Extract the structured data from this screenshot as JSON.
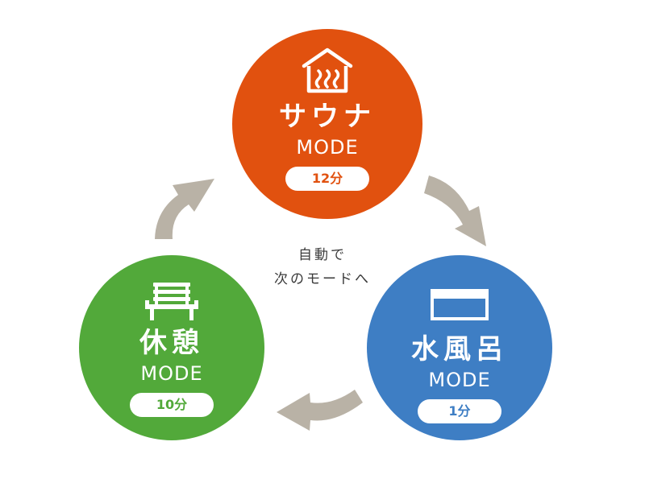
{
  "modes": {
    "sauna": {
      "title": "サウナ",
      "mode": "MODE",
      "duration": "12分",
      "icon": "sauna-icon",
      "color": "#e1510f"
    },
    "water": {
      "title": "水風呂",
      "mode": "MODE",
      "duration": "1分",
      "icon": "cold-bath-icon",
      "color": "#3e7ec4"
    },
    "rest": {
      "title": "休憩",
      "mode": "MODE",
      "duration": "10分",
      "icon": "bench-icon",
      "color": "#52a93a"
    }
  },
  "center": {
    "line1": "自動で",
    "line2": "次のモードへ"
  },
  "arrow_color": "#b9b2a6"
}
